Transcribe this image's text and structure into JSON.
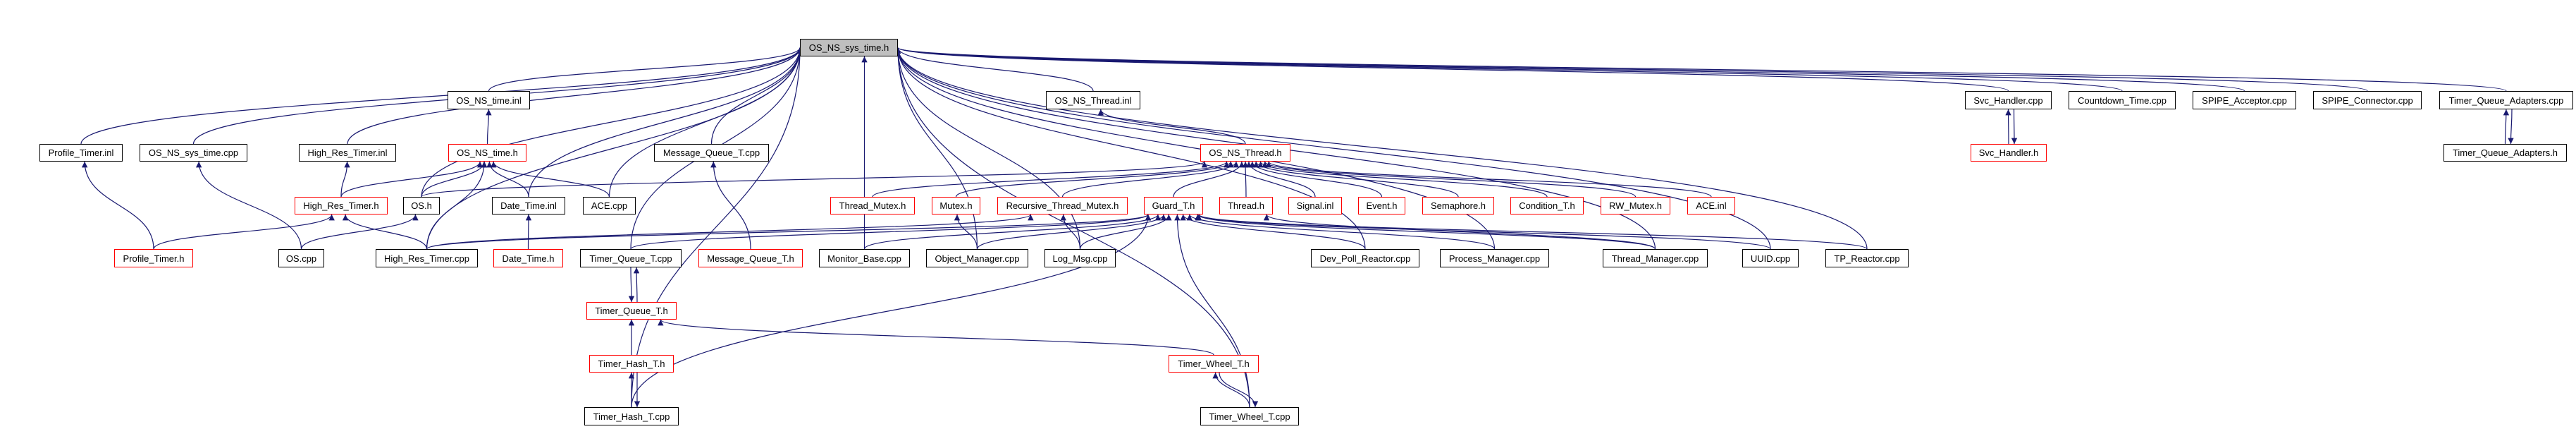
{
  "colors": {
    "edge": "#191970",
    "highlight_border": "#ff0000",
    "root_fill": "#bfbfbf",
    "node_border": "#000000"
  },
  "nodes": [
    {
      "label": "OS_NS_sys_time.h",
      "style": "root"
    },
    {
      "label": "OS_NS_time.inl",
      "style": "black"
    },
    {
      "label": "OS_NS_Thread.inl",
      "style": "black"
    },
    {
      "label": "Svc_Handler.cpp",
      "style": "black"
    },
    {
      "label": "Countdown_Time.cpp",
      "style": "black"
    },
    {
      "label": "SPIPE_Acceptor.cpp",
      "style": "black"
    },
    {
      "label": "SPIPE_Connector.cpp",
      "style": "black"
    },
    {
      "label": "Timer_Queue_Adapters.cpp",
      "style": "black"
    },
    {
      "label": "Profile_Timer.inl",
      "style": "black"
    },
    {
      "label": "OS_NS_sys_time.cpp",
      "style": "black"
    },
    {
      "label": "High_Res_Timer.inl",
      "style": "black"
    },
    {
      "label": "OS_NS_time.h",
      "style": "red"
    },
    {
      "label": "Message_Queue_T.cpp",
      "style": "black"
    },
    {
      "label": "OS_NS_Thread.h",
      "style": "red"
    },
    {
      "label": "Svc_Handler.h",
      "style": "red"
    },
    {
      "label": "Timer_Queue_Adapters.h",
      "style": "black"
    },
    {
      "label": "High_Res_Timer.h",
      "style": "red"
    },
    {
      "label": "OS.h",
      "style": "black"
    },
    {
      "label": "Date_Time.inl",
      "style": "black"
    },
    {
      "label": "ACE.cpp",
      "style": "black"
    },
    {
      "label": "Thread_Mutex.h",
      "style": "red"
    },
    {
      "label": "Mutex.h",
      "style": "red"
    },
    {
      "label": "Recursive_Thread_Mutex.h",
      "style": "red"
    },
    {
      "label": "Guard_T.h",
      "style": "red"
    },
    {
      "label": "Thread.h",
      "style": "red"
    },
    {
      "label": "Signal.inl",
      "style": "red"
    },
    {
      "label": "Event.h",
      "style": "red"
    },
    {
      "label": "Semaphore.h",
      "style": "red"
    },
    {
      "label": "Condition_T.h",
      "style": "red"
    },
    {
      "label": "RW_Mutex.h",
      "style": "red"
    },
    {
      "label": "ACE.inl",
      "style": "red"
    },
    {
      "label": "Profile_Timer.h",
      "style": "red"
    },
    {
      "label": "OS.cpp",
      "style": "black"
    },
    {
      "label": "High_Res_Timer.cpp",
      "style": "black"
    },
    {
      "label": "Date_Time.h",
      "style": "red"
    },
    {
      "label": "Timer_Queue_T.cpp",
      "style": "black"
    },
    {
      "label": "Message_Queue_T.h",
      "style": "red"
    },
    {
      "label": "Monitor_Base.cpp",
      "style": "black"
    },
    {
      "label": "Object_Manager.cpp",
      "style": "black"
    },
    {
      "label": "Log_Msg.cpp",
      "style": "black"
    },
    {
      "label": "Dev_Poll_Reactor.cpp",
      "style": "black"
    },
    {
      "label": "Process_Manager.cpp",
      "style": "black"
    },
    {
      "label": "Thread_Manager.cpp",
      "style": "black"
    },
    {
      "label": "UUID.cpp",
      "style": "black"
    },
    {
      "label": "TP_Reactor.cpp",
      "style": "black"
    },
    {
      "label": "Timer_Queue_T.h",
      "style": "red"
    },
    {
      "label": "Timer_Hash_T.h",
      "style": "red"
    },
    {
      "label": "Timer_Wheel_T.h",
      "style": "red"
    },
    {
      "label": "Timer_Hash_T.cpp",
      "style": "black"
    },
    {
      "label": "Timer_Wheel_T.cpp",
      "style": "black"
    }
  ],
  "edges": [
    [
      "OS_NS_time.inl",
      "OS_NS_sys_time.h"
    ],
    [
      "OS_NS_Thread.inl",
      "OS_NS_sys_time.h"
    ],
    [
      "Svc_Handler.cpp",
      "OS_NS_sys_time.h"
    ],
    [
      "Countdown_Time.cpp",
      "OS_NS_sys_time.h"
    ],
    [
      "SPIPE_Acceptor.cpp",
      "OS_NS_sys_time.h"
    ],
    [
      "SPIPE_Connector.cpp",
      "OS_NS_sys_time.h"
    ],
    [
      "Timer_Queue_Adapters.cpp",
      "OS_NS_sys_time.h"
    ],
    [
      "Profile_Timer.inl",
      "OS_NS_sys_time.h"
    ],
    [
      "OS_NS_sys_time.cpp",
      "OS_NS_sys_time.h"
    ],
    [
      "High_Res_Timer.inl",
      "OS_NS_sys_time.h"
    ],
    [
      "Message_Queue_T.cpp",
      "OS_NS_sys_time.h"
    ],
    [
      "OS.h",
      "OS_NS_sys_time.h"
    ],
    [
      "Date_Time.inl",
      "OS_NS_sys_time.h"
    ],
    [
      "ACE.cpp",
      "OS_NS_sys_time.h"
    ],
    [
      "High_Res_Timer.cpp",
      "OS_NS_sys_time.h"
    ],
    [
      "Timer_Queue_T.cpp",
      "OS_NS_sys_time.h"
    ],
    [
      "Monitor_Base.cpp",
      "OS_NS_sys_time.h"
    ],
    [
      "Object_Manager.cpp",
      "OS_NS_sys_time.h"
    ],
    [
      "Log_Msg.cpp",
      "OS_NS_sys_time.h"
    ],
    [
      "Dev_Poll_Reactor.cpp",
      "OS_NS_sys_time.h"
    ],
    [
      "Process_Manager.cpp",
      "OS_NS_sys_time.h"
    ],
    [
      "Thread_Manager.cpp",
      "OS_NS_sys_time.h"
    ],
    [
      "UUID.cpp",
      "OS_NS_sys_time.h"
    ],
    [
      "TP_Reactor.cpp",
      "OS_NS_sys_time.h"
    ],
    [
      "Timer_Hash_T.cpp",
      "OS_NS_sys_time.h"
    ],
    [
      "Timer_Wheel_T.cpp",
      "OS_NS_sys_time.h"
    ],
    [
      "OS_NS_time.h",
      "OS_NS_time.inl"
    ],
    [
      "High_Res_Timer.h",
      "OS_NS_time.h"
    ],
    [
      "OS.h",
      "OS_NS_time.h"
    ],
    [
      "High_Res_Timer.cpp",
      "OS_NS_time.h"
    ],
    [
      "Date_Time.inl",
      "OS_NS_time.h"
    ],
    [
      "ACE.cpp",
      "OS_NS_time.h"
    ],
    [
      "Profile_Timer.h",
      "Profile_Timer.inl"
    ],
    [
      "OS.cpp",
      "OS_NS_sys_time.cpp"
    ],
    [
      "High_Res_Timer.h",
      "High_Res_Timer.inl"
    ],
    [
      "Message_Queue_T.h",
      "Message_Queue_T.cpp"
    ],
    [
      "Date_Time.h",
      "Date_Time.inl"
    ],
    [
      "Profile_Timer.h",
      "High_Res_Timer.h"
    ],
    [
      "High_Res_Timer.cpp",
      "High_Res_Timer.h"
    ],
    [
      "OS.cpp",
      "OS.h"
    ],
    [
      "OS_NS_Thread.h",
      "OS_NS_Thread.inl"
    ],
    [
      "OS.h",
      "OS_NS_Thread.h"
    ],
    [
      "Thread_Mutex.h",
      "OS_NS_Thread.h"
    ],
    [
      "Mutex.h",
      "OS_NS_Thread.h"
    ],
    [
      "Recursive_Thread_Mutex.h",
      "OS_NS_Thread.h"
    ],
    [
      "Guard_T.h",
      "OS_NS_Thread.h"
    ],
    [
      "Thread.h",
      "OS_NS_Thread.h"
    ],
    [
      "Signal.inl",
      "OS_NS_Thread.h"
    ],
    [
      "Event.h",
      "OS_NS_Thread.h"
    ],
    [
      "Semaphore.h",
      "OS_NS_Thread.h"
    ],
    [
      "Condition_T.h",
      "OS_NS_Thread.h"
    ],
    [
      "RW_Mutex.h",
      "OS_NS_Thread.h"
    ],
    [
      "ACE.inl",
      "OS_NS_Thread.h"
    ],
    [
      "High_Res_Timer.cpp",
      "Guard_T.h"
    ],
    [
      "Timer_Queue_T.cpp",
      "Guard_T.h"
    ],
    [
      "Monitor_Base.cpp",
      "Guard_T.h"
    ],
    [
      "Object_Manager.cpp",
      "Guard_T.h"
    ],
    [
      "Log_Msg.cpp",
      "Guard_T.h"
    ],
    [
      "Dev_Poll_Reactor.cpp",
      "Guard_T.h"
    ],
    [
      "Process_Manager.cpp",
      "Guard_T.h"
    ],
    [
      "Thread_Manager.cpp",
      "Guard_T.h"
    ],
    [
      "UUID.cpp",
      "Guard_T.h"
    ],
    [
      "TP_Reactor.cpp",
      "Guard_T.h"
    ],
    [
      "Timer_Hash_T.cpp",
      "Guard_T.h"
    ],
    [
      "Timer_Wheel_T.cpp",
      "Guard_T.h"
    ],
    [
      "Object_Manager.cpp",
      "Mutex.h"
    ],
    [
      "Log_Msg.cpp",
      "Recursive_Thread_Mutex.h"
    ],
    [
      "High_Res_Timer.cpp",
      "Recursive_Thread_Mutex.h"
    ],
    [
      "Thread_Manager.cpp",
      "Thread.h"
    ],
    [
      "Timer_Queue_T.cpp",
      "Timer_Queue_T.h"
    ],
    [
      "Timer_Queue_T.h",
      "Timer_Queue_T.cpp"
    ],
    [
      "Timer_Hash_T.h",
      "Timer_Queue_T.h"
    ],
    [
      "Timer_Wheel_T.h",
      "Timer_Queue_T.h"
    ],
    [
      "Timer_Hash_T.cpp",
      "Timer_Hash_T.h"
    ],
    [
      "Timer_Hash_T.h",
      "Timer_Hash_T.cpp"
    ],
    [
      "Timer_Wheel_T.cpp",
      "Timer_Wheel_T.h"
    ],
    [
      "Timer_Wheel_T.h",
      "Timer_Wheel_T.cpp"
    ],
    [
      "Svc_Handler.h",
      "Svc_Handler.cpp"
    ],
    [
      "Svc_Handler.cpp",
      "Svc_Handler.h"
    ],
    [
      "Timer_Queue_Adapters.h",
      "Timer_Queue_Adapters.cpp"
    ],
    [
      "Timer_Queue_Adapters.cpp",
      "Timer_Queue_Adapters.h"
    ]
  ]
}
